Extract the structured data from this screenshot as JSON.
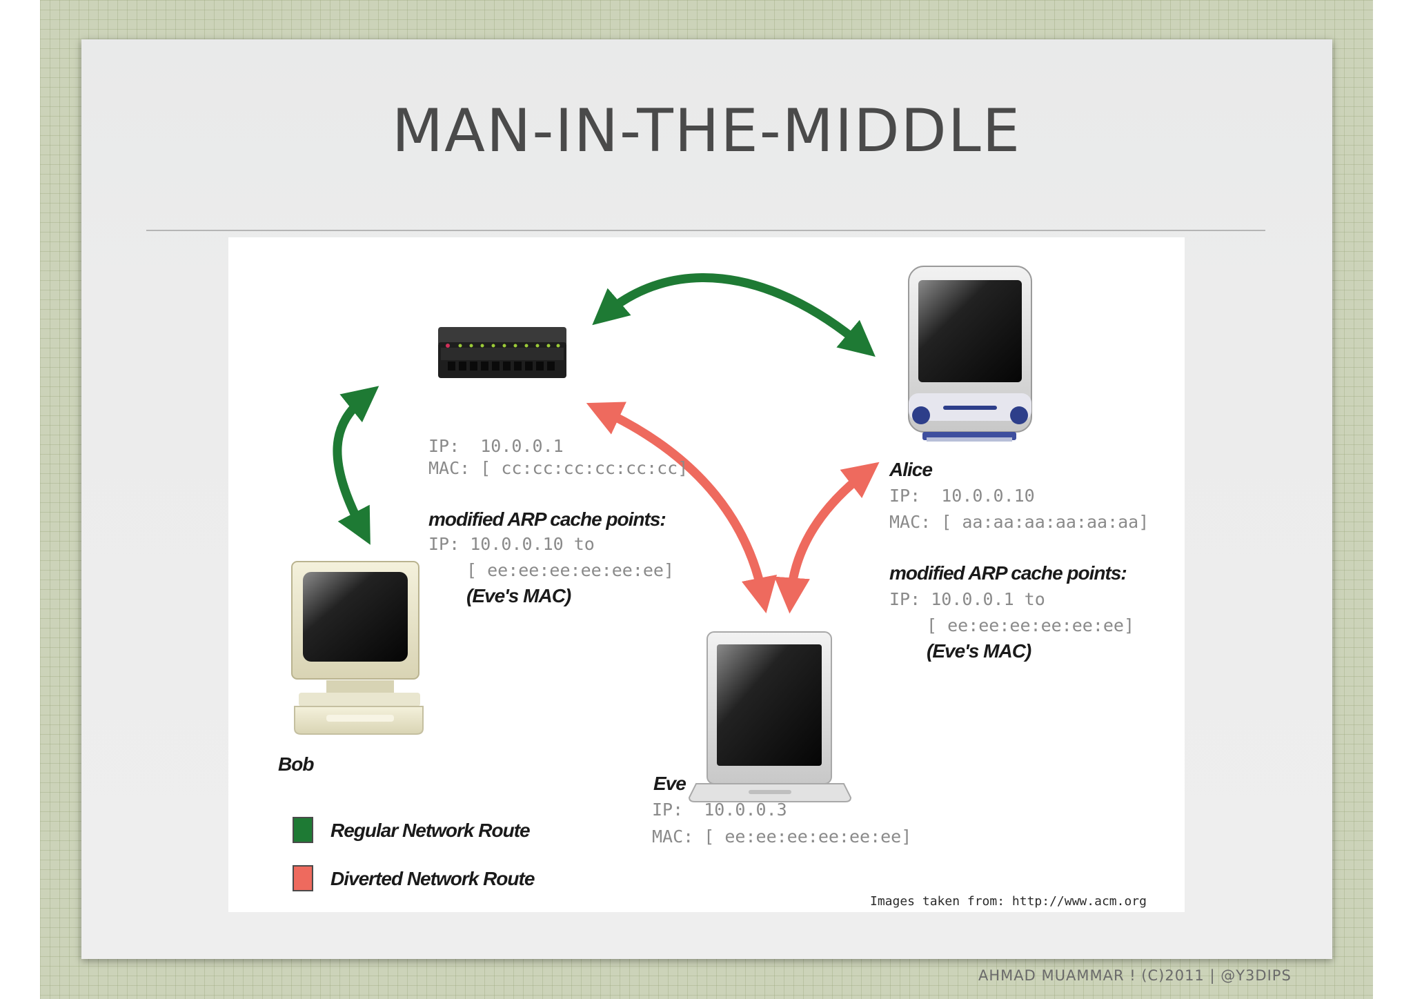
{
  "slide": {
    "title": "MAN-IN-THE-MIDDLE",
    "footer": "AHMAD MUAMMAR ! (C)2011 | @Y3DIPS"
  },
  "diagram": {
    "router": {
      "ip": "IP:  10.0.0.1",
      "mac": "MAC: [ cc:cc:cc:cc:cc:cc]"
    },
    "bob_arp": {
      "heading": "modified ARP cache points:",
      "line1": "IP: 10.0.0.10 to",
      "line2": "[ ee:ee:ee:ee:ee:ee]",
      "note": "(Eve's MAC)"
    },
    "alice": {
      "name": "Alice",
      "ip": "IP:  10.0.0.10",
      "mac": "MAC: [ aa:aa:aa:aa:aa:aa]",
      "arp_heading": "modified ARP cache points:",
      "arp_line1": "IP: 10.0.0.1 to",
      "arp_line2": "[ ee:ee:ee:ee:ee:ee]",
      "arp_note": "(Eve's MAC)"
    },
    "bob": {
      "name": "Bob"
    },
    "eve": {
      "name": "Eve",
      "ip": "IP:  10.0.0.3",
      "mac": "MAC: [ ee:ee:ee:ee:ee:ee]"
    },
    "legend": {
      "regular": "Regular Network Route",
      "diverted": "Diverted Network Route"
    },
    "source_note": "Images taken from: http://www.acm.org",
    "colors": {
      "regular": "#1e7a34",
      "diverted": "#ee6a5e"
    }
  }
}
